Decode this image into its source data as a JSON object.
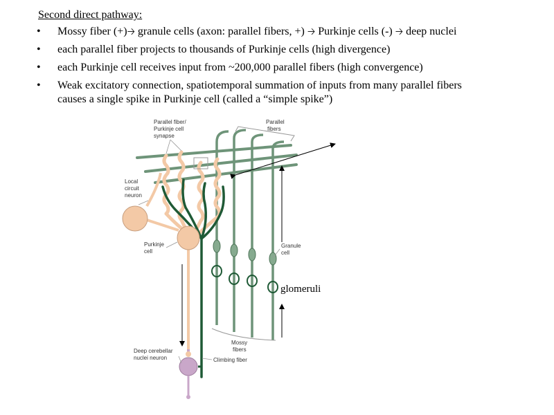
{
  "heading": "Second direct pathway",
  "heading_suffix": ":",
  "bullet_glyph": "•",
  "bullets": {
    "b1": {
      "seg1": "Mossy fiber (+)",
      "arrow": "🡢",
      "seg2": "granule cells (axon: parallel fibers, +)",
      "seg3": "Purkinje cells (-)",
      "seg4": "deep nuclei"
    },
    "b2": "each parallel fiber projects to thousands of Purkinje cells (high divergence)",
    "b3": "each Purkinje cell receives input from ~200,000 parallel fibers (high convergence)",
    "b4": {
      "line1": "Weak excitatory connection, spatiotemporal summation of inputs from many parallel fibers",
      "line2": "causes a single spike in Purkinje cell (called a “simple spike”)"
    }
  },
  "diagram": {
    "labels": {
      "synapse": [
        "Parallel fiber/",
        "Purkinje cell",
        "synapse"
      ],
      "parallel": [
        "Parallel",
        "fibers"
      ],
      "local": [
        "Local",
        "circuit",
        "neuron"
      ],
      "purkinje": [
        "Purkinje",
        "cell"
      ],
      "granule": [
        "Granule",
        "cell"
      ],
      "mossy": [
        "Mossy",
        "fibers"
      ],
      "deep": [
        "Deep cerebellar",
        "nuclei neuron"
      ],
      "climbing": "Climbing fiber"
    },
    "annotation": "glomeruli",
    "colors": {
      "fiber_green": "#6e9479",
      "fiber_dark": "#1f5a36",
      "purkinje_peach": "#f3c9a6",
      "deep_purple": "#c9a7c9"
    }
  }
}
